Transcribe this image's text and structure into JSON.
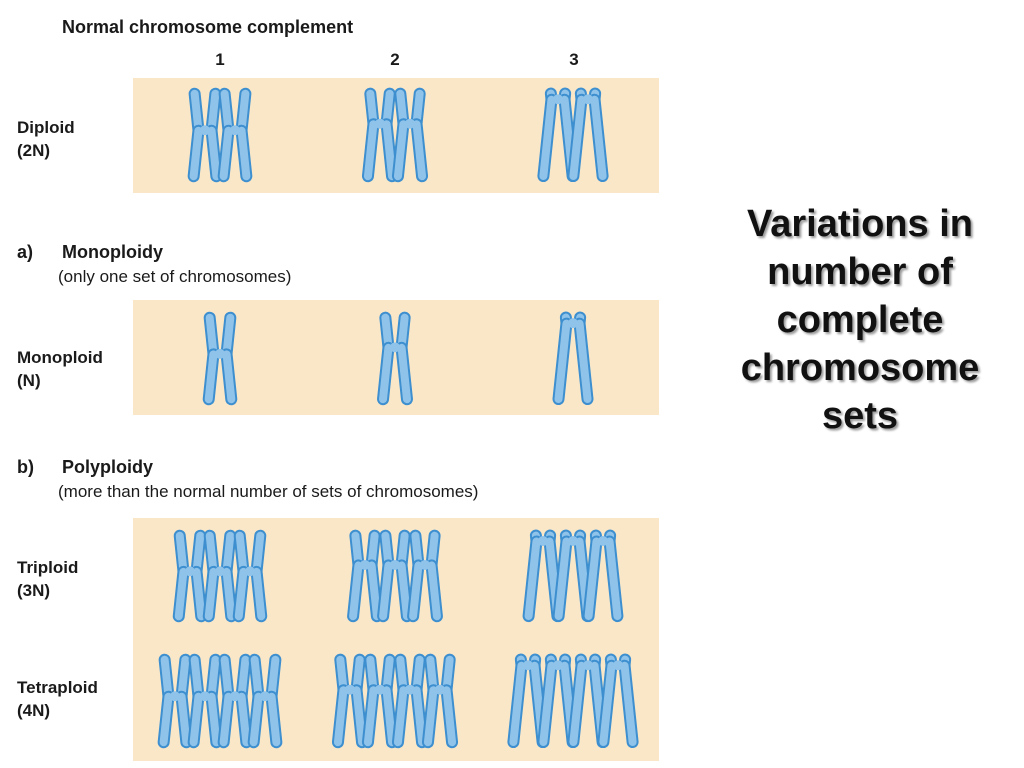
{
  "header": {
    "title": "Normal chromosome complement"
  },
  "columns": [
    "1",
    "2",
    "3"
  ],
  "diploid": {
    "label": "Diploid",
    "notation": "(2N)"
  },
  "monoploidy": {
    "letter": "a)",
    "title": "Monoploidy",
    "description": "(only one set of chromosomes)",
    "label": "Monoploid",
    "notation": "(N)"
  },
  "polyploidy": {
    "letter": "b)",
    "title": "Polyploidy",
    "description": "(more than the normal number of sets of chromosomes)",
    "triploid": {
      "label": "Triploid",
      "notation": "(3N)"
    },
    "tetraploid": {
      "label": "Tetraploid",
      "notation": "(4N)"
    }
  },
  "side_title": [
    "Variations in",
    "number of",
    "complete",
    "chromosome",
    "sets"
  ],
  "colors": {
    "band": "#fae7c8",
    "chromosome_fill": "#8fc3ea",
    "chromosome_outline": "#3d8fcf"
  },
  "chromosome_copies": {
    "diploid": 2,
    "monoploid": 1,
    "triploid": 3,
    "tetraploid": 4
  }
}
